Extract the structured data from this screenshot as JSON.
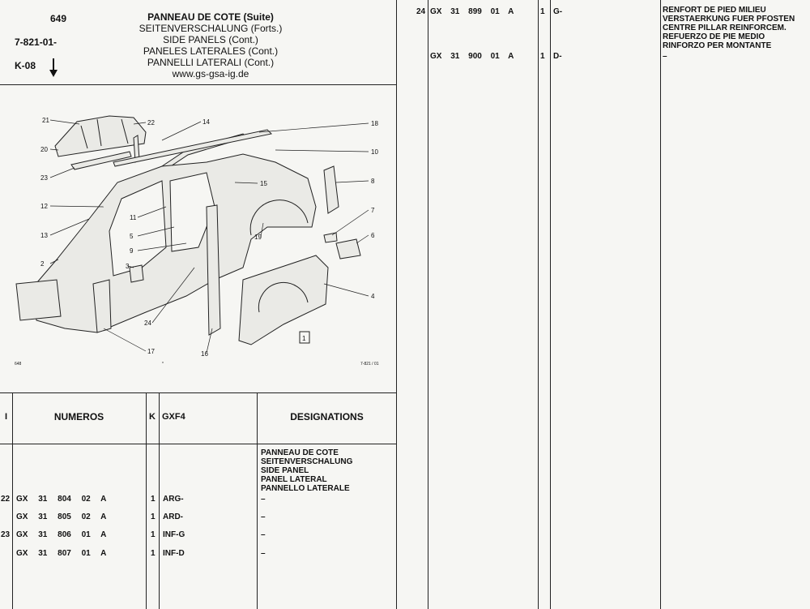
{
  "header": {
    "page_number": "649",
    "ref_code": "7-821-01-",
    "key_code": "K-08",
    "arrow": "down-arrow-icon",
    "titles": [
      {
        "text": "PANNEAU DE COTE (Suite)",
        "bold": true
      },
      {
        "text": "SEITENVERSCHALUNG (Forts.)",
        "bold": false
      },
      {
        "text": "SIDE PANELS (Cont.)",
        "bold": false
      },
      {
        "text": "PANELES LATERALES (Cont.)",
        "bold": false
      },
      {
        "text": "PANNELLI LATERALI (Cont.)",
        "bold": false
      }
    ],
    "website": "www.gs-gsa-ig.de"
  },
  "diagram": {
    "callouts": [
      "21",
      "22",
      "14",
      "18",
      "20",
      "10",
      "23",
      "8",
      "15",
      "12",
      "11",
      "7",
      "5",
      "19",
      "6",
      "13",
      "9",
      "2",
      "3",
      "4",
      "24",
      "1",
      "17",
      "16"
    ],
    "footer_left": "648",
    "footer_mid": "*",
    "footer_right": "7-821 / 01",
    "box_label": "1"
  },
  "table": {
    "headers": {
      "index": "I",
      "numeros": "NUMEROS",
      "k": "K",
      "model": "GXF4",
      "designations": "DESIGNATIONS"
    },
    "group_designation": [
      "PANNEAU DE COTE",
      "SEITENVERSCHALUNG",
      "SIDE PANEL",
      "PANEL LATERAL",
      "PANNELLO LATERALE"
    ],
    "rows": [
      {
        "index": "22",
        "number": "GX 31 804 02 A",
        "qty": "1",
        "model": "ARG-",
        "desc": "–"
      },
      {
        "index": "",
        "number": "GX 31 805 02 A",
        "qty": "1",
        "model": "ARD-",
        "desc": "–"
      },
      {
        "index": "23",
        "number": "GX 31 806 01 A",
        "qty": "1",
        "model": "INF-G",
        "desc": "–"
      },
      {
        "index": "",
        "number": "GX 31 807 01 A",
        "qty": "1",
        "model": "INF-D",
        "desc": "–"
      }
    ]
  },
  "right_table": {
    "rows": [
      {
        "index": "24",
        "number": "GX 31 899 01 A",
        "qty": "1",
        "model": "G-",
        "desc": [
          "RENFORT DE PIED MILIEU",
          "VERSTAERKUNG FUER PFOSTEN",
          "CENTRE PILLAR REINFORCEM.",
          "REFUERZO DE PIE MEDIO",
          "RINFORZO PER MONTANTE"
        ]
      },
      {
        "index": "",
        "number": "GX 31 900 01 A",
        "qty": "1",
        "model": "D-",
        "desc": [
          "–"
        ]
      }
    ]
  }
}
